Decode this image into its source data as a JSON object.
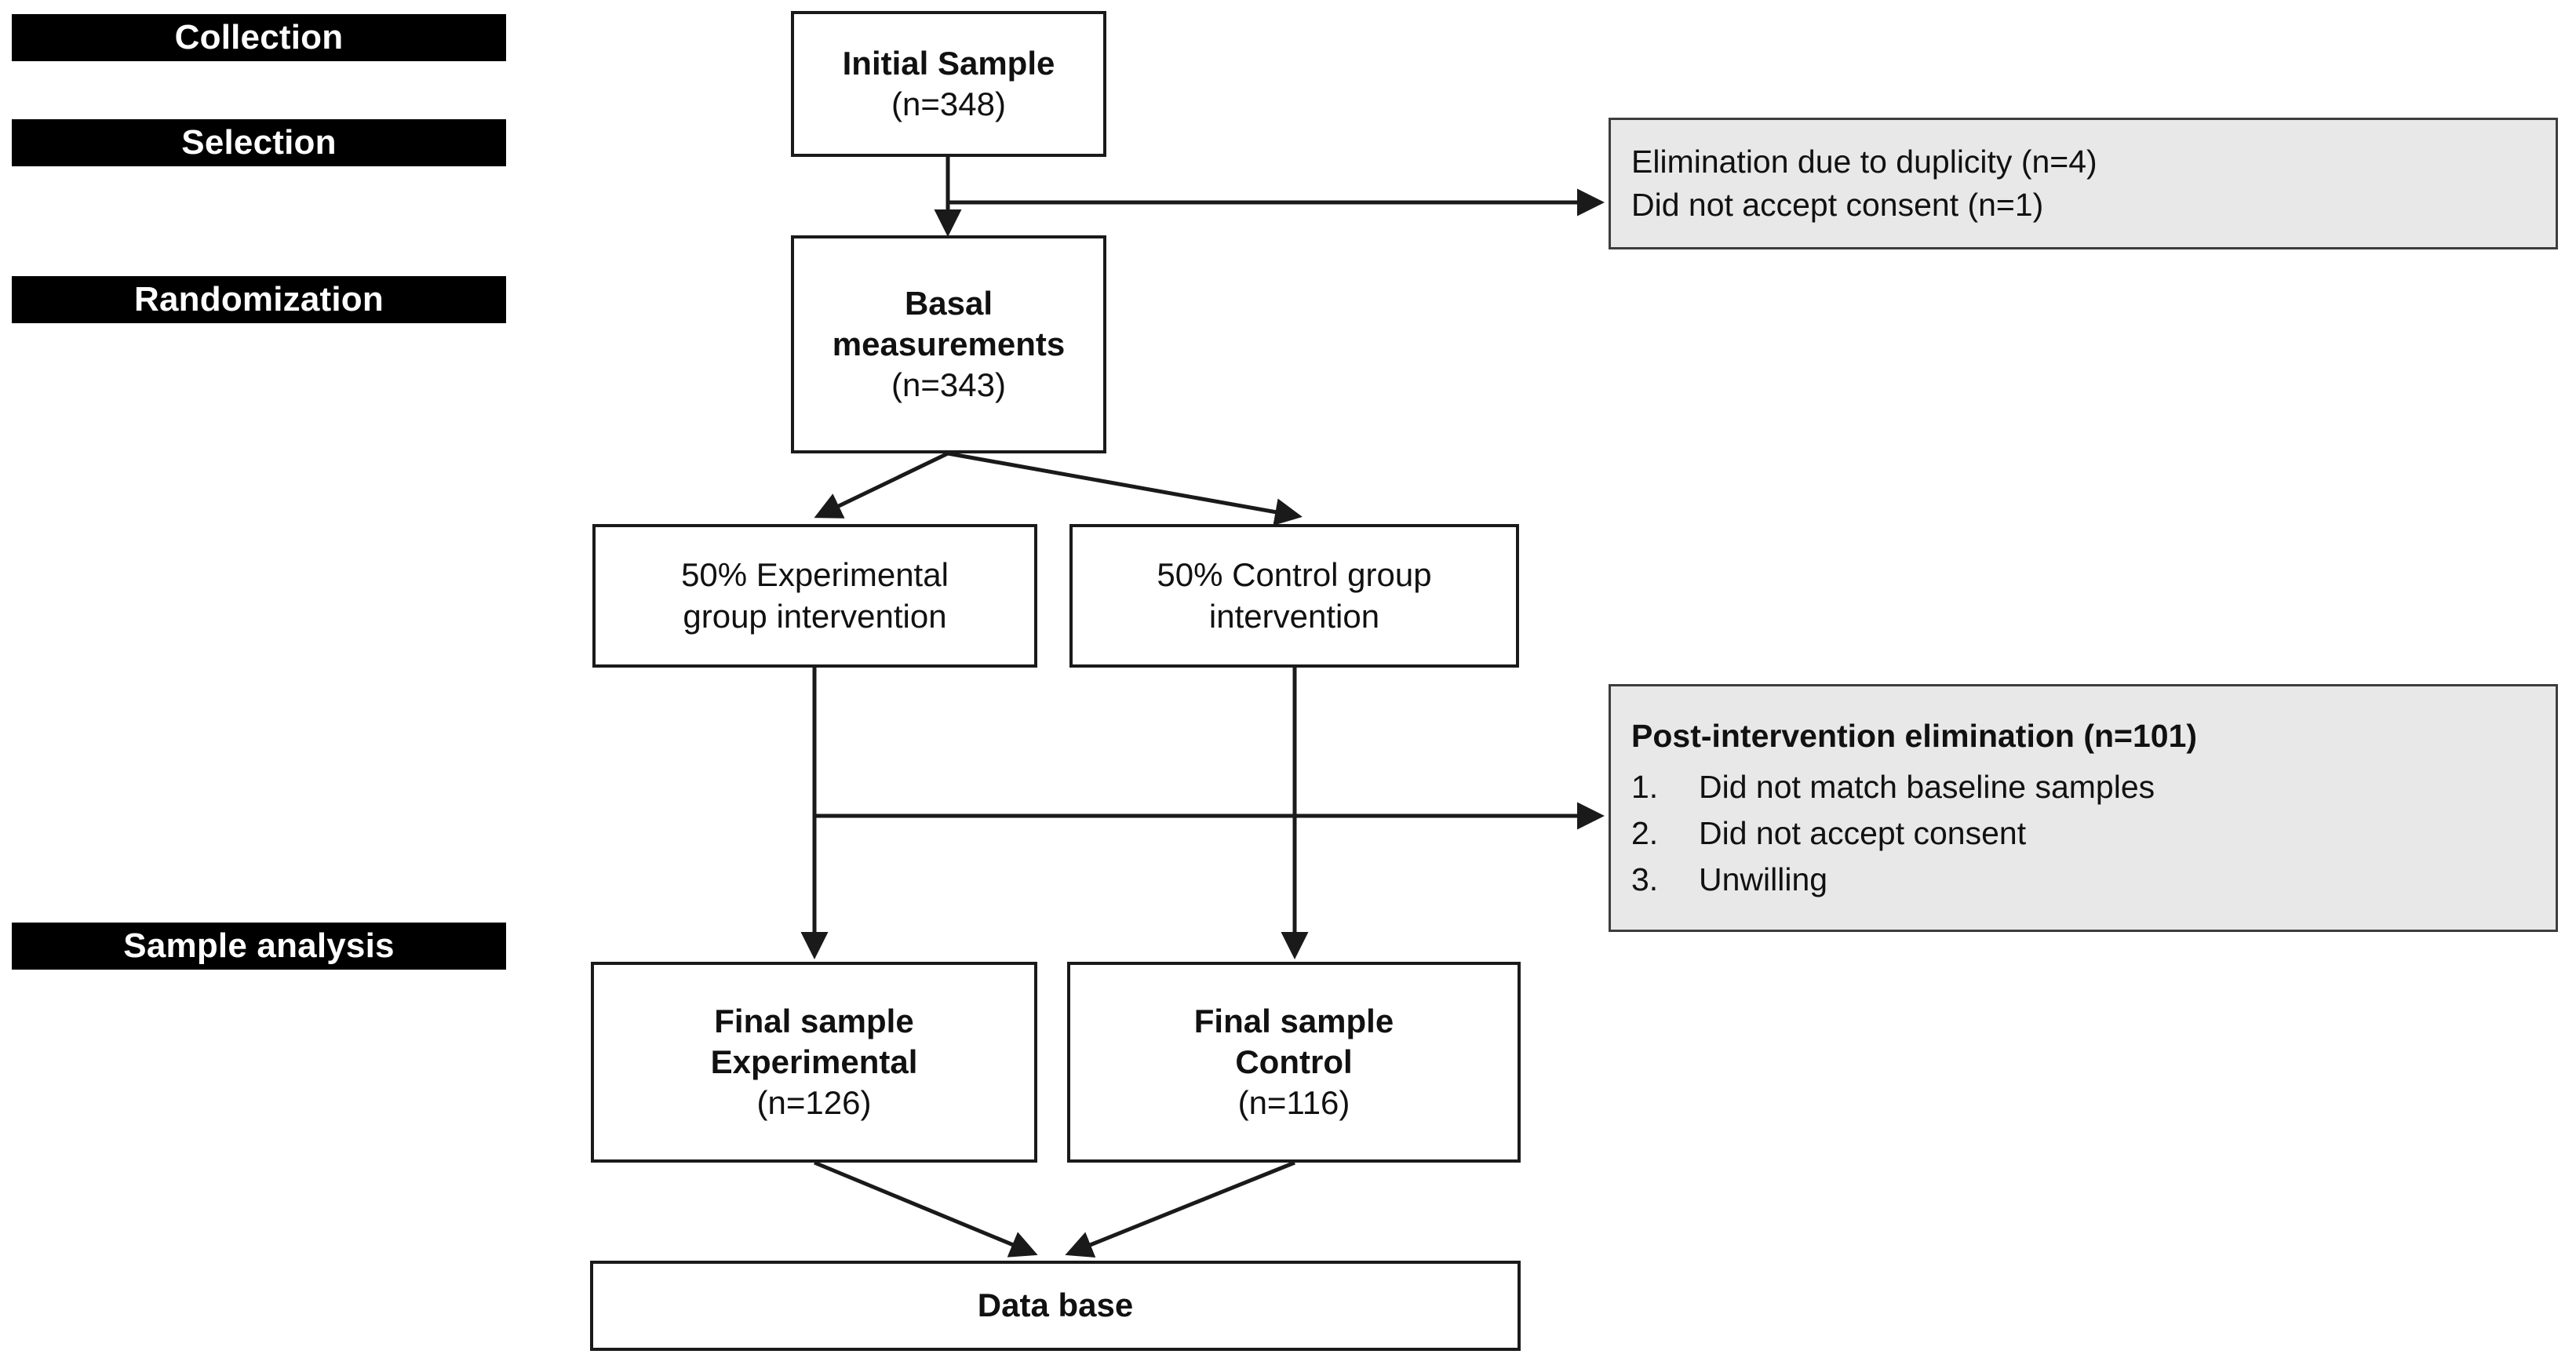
{
  "figure": {
    "type": "flowchart",
    "title": "Study participant flow diagram"
  },
  "stages": [
    {
      "id": "collection",
      "label": "Collection"
    },
    {
      "id": "selection",
      "label": "Selection"
    },
    {
      "id": "randomization",
      "label": "Randomization"
    },
    {
      "id": "sample-analysis",
      "label": "Sample analysis"
    }
  ],
  "nodes": {
    "initial_sample": {
      "title": "Initial  Sample",
      "count": "(n=348)"
    },
    "basal_measurements": {
      "line1": "Basal",
      "line2": "measurements",
      "count": "(n=343)"
    },
    "experimental_group": {
      "line1": "50% Experimental",
      "line2": "group intervention"
    },
    "control_group": {
      "line1": "50% Control group",
      "line2": "intervention"
    },
    "final_experimental": {
      "line1": "Final sample",
      "line2": "Experimental",
      "count": "(n=126)"
    },
    "final_control": {
      "line1": "Final sample",
      "line2": "Control",
      "count": "(n=116)"
    },
    "database": {
      "title": "Data base"
    }
  },
  "annotations": {
    "early_exclusion": {
      "line1": "Elimination due to duplicity (n=4)",
      "line2": "Did not accept consent  (n=1)"
    },
    "post_intervention": {
      "heading": "Post-intervention elimination (n=101)",
      "items": [
        {
          "num": "1.",
          "text": "Did not match baseline samples"
        },
        {
          "num": "2.",
          "text": "Did not accept consent"
        },
        {
          "num": "3.",
          "text": "Unwilling"
        }
      ]
    }
  },
  "colors": {
    "stage_bg": "#000000",
    "stage_fg": "#ffffff",
    "node_border": "#1a1a1a",
    "node_bg": "#ffffff",
    "annot_bg": "#e8e8e8",
    "annot_border": "#3d3d3d",
    "connector": "#1a1a1a"
  }
}
